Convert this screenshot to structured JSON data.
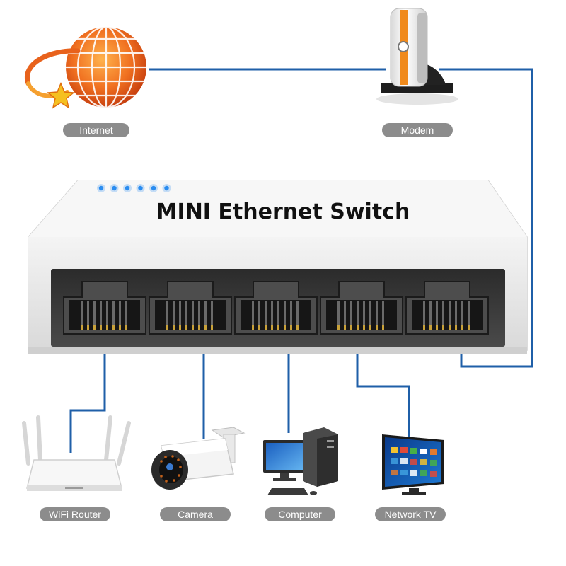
{
  "device": {
    "title": "MINI Ethernet Switch",
    "port_count": 5,
    "led_count": 6,
    "led_color": "#2a8cf0"
  },
  "nodes": {
    "internet": {
      "label": "Internet",
      "icon": "globe-icon"
    },
    "modem": {
      "label": "Modem",
      "icon": "modem-icon"
    },
    "wifi_router": {
      "label": "WiFi Router",
      "icon": "router-icon"
    },
    "camera": {
      "label": "Camera",
      "icon": "camera-icon"
    },
    "computer": {
      "label": "Computer",
      "icon": "computer-icon"
    },
    "network_tv": {
      "label": "Network TV",
      "icon": "tv-icon"
    }
  },
  "colors": {
    "cable": "#1f5fa8",
    "label_pill": "#8c8c8c",
    "globe": "#e8621c"
  }
}
